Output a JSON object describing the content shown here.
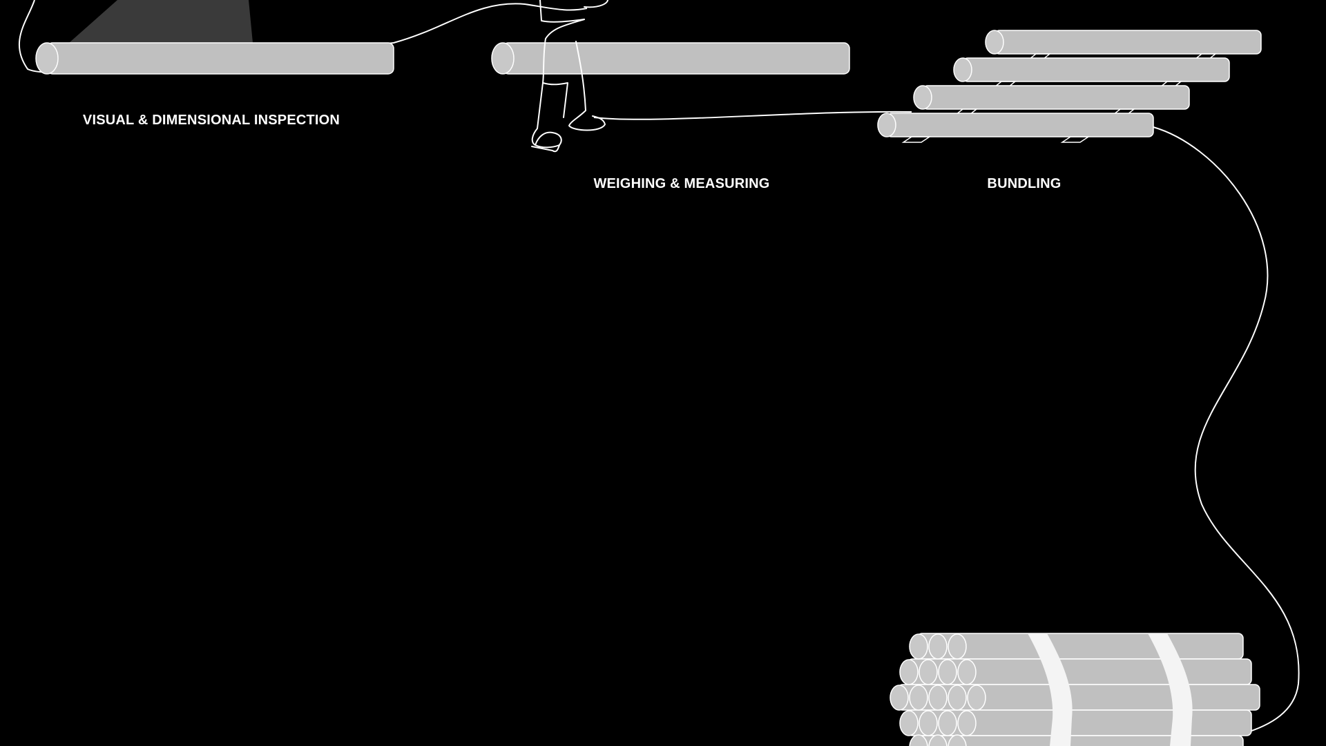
{
  "stages": {
    "inspection": "VISUAL & DIMENSIONAL INSPECTION",
    "weighing": "WEIGHING & MEASURING",
    "bundling": "BUNDLING"
  },
  "colors": {
    "background": "#000000",
    "pipe_fill": "#c0c0c0",
    "outline": "#ffffff",
    "light_beam": "#3a3a3a"
  },
  "icons": [
    "inspection-pipe",
    "inspector-light-beam",
    "worker-figure",
    "measuring-pipe",
    "stacked-pipes",
    "pipe-bundle",
    "bundle-strap",
    "process-flow-line"
  ]
}
